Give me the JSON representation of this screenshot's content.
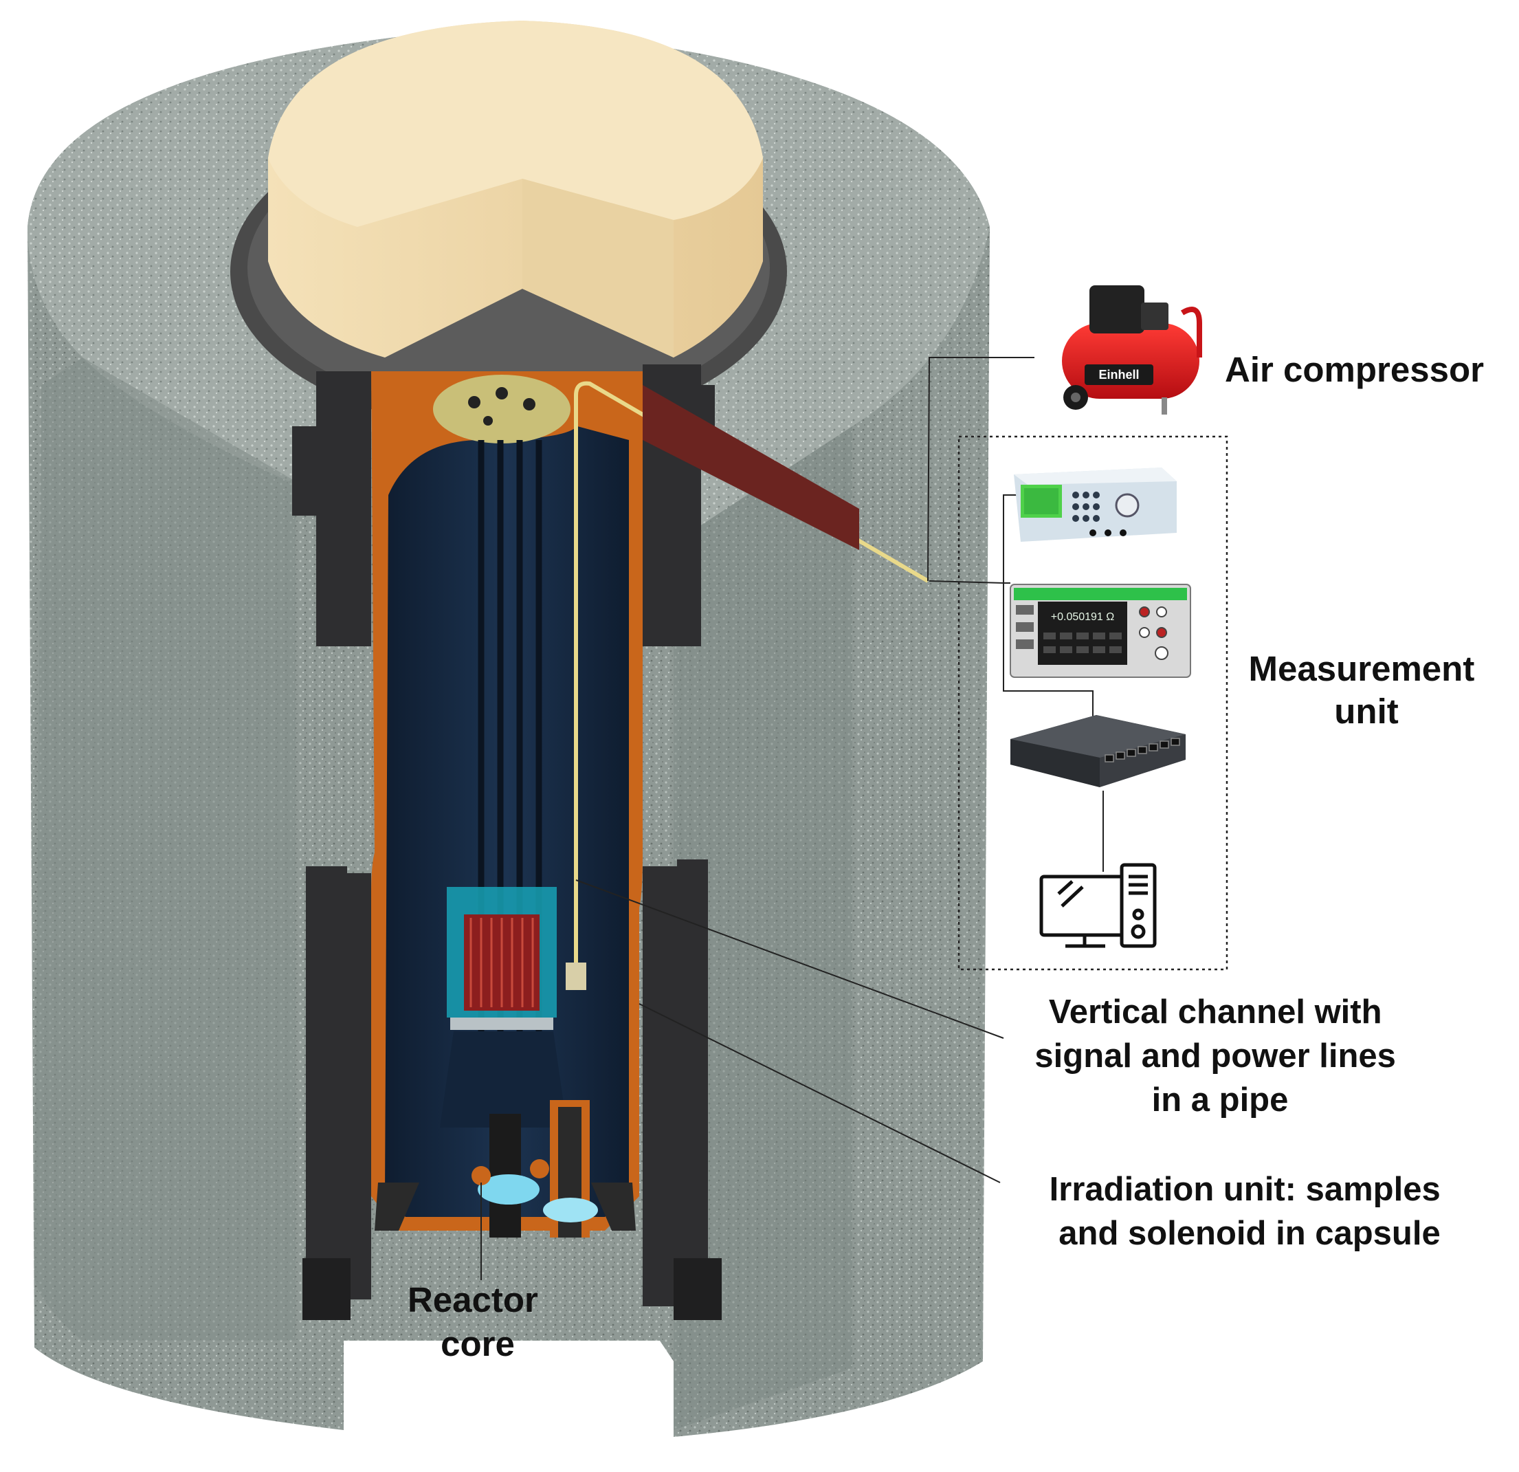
{
  "labels": {
    "air_compressor": "Air compressor",
    "measurement_unit": [
      "Measurement",
      "unit"
    ],
    "vertical_channel": [
      "Vertical channel with",
      "signal and power lines",
      "in a pipe"
    ],
    "irradiation_unit": [
      "Irradiation unit: samples",
      "and solenoid in capsule"
    ],
    "reactor_core": [
      "Reactor",
      "core"
    ]
  },
  "devices": {
    "compressor_brand": "Einhell",
    "multimeter_display": "+0.050191 Ω"
  },
  "icons": [
    "air-compressor-icon",
    "power-supply-icon",
    "multimeter-icon",
    "network-switch-icon",
    "computer-icon"
  ],
  "colors": {
    "concrete": "#8e9894",
    "concrete_dark": "#6f7874",
    "plug": "#f2dcaf",
    "steel": "#2f2f31",
    "copper": "#c9661b",
    "water": "#162840",
    "pipe": "#e9d98a",
    "compressor_red": "#d6171b"
  }
}
